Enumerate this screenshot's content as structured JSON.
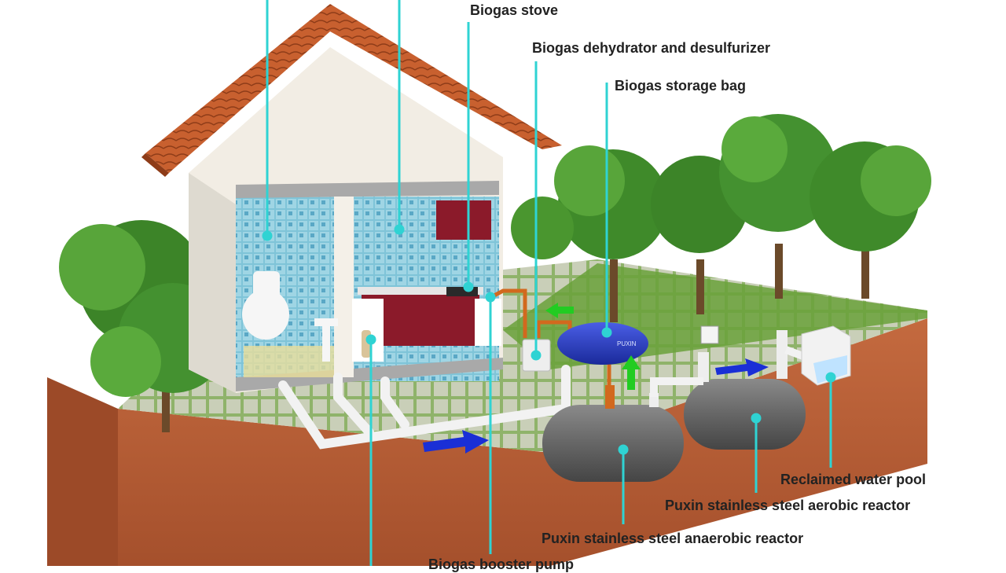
{
  "labels": {
    "stove": "Biogas stove",
    "dehydrator": "Biogas dehydrator and desulfurizer",
    "storage_bag": "Biogas storage bag",
    "water_pool": "Reclaimed water pool",
    "aerobic": "Puxin stainless steel aerobic reactor",
    "anaerobic": "Puxin stainless steel anaerobic reactor",
    "booster": "Biogas booster pump"
  },
  "tank_brand": "PUXIN",
  "colors": {
    "leader": "#2fd3d3",
    "soil": "#b8623a",
    "grass": "#6aa13a",
    "roof": "#c45a2e",
    "tank": "#6b6b6b",
    "bag": "#2233bb",
    "flow_arrow": "#1a2fd6",
    "gas_arrow": "#22cc22"
  }
}
